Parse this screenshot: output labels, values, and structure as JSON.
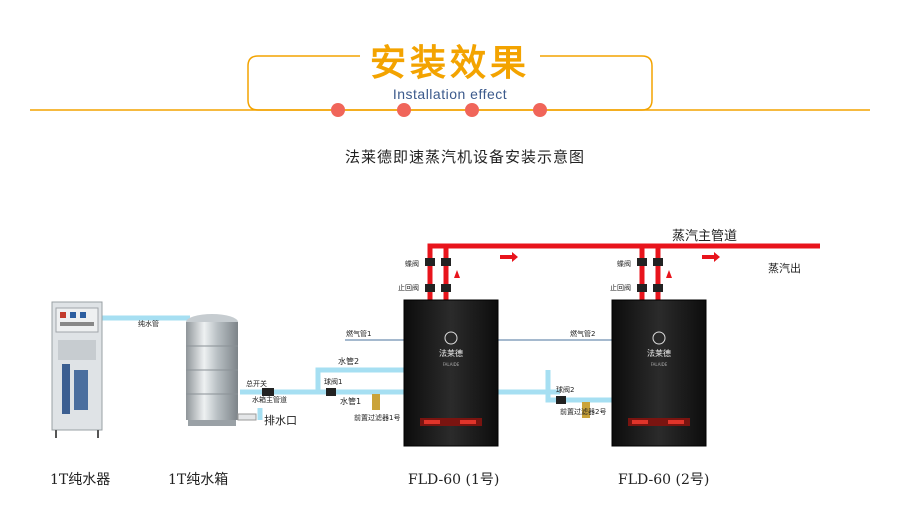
{
  "header": {
    "title": "安装效果",
    "subtitle": "Installation effect"
  },
  "diagram": {
    "title": "法莱德即速蒸汽机设备安装示意图",
    "main_steam_pipe": "蒸汽主管道",
    "steam_out": "蒸汽出",
    "pure_water_pipe": "纯水管",
    "total_switch": "总开关",
    "water_tank_main_pipe": "水箱主管道",
    "drain": "排水口",
    "water_pipe_1": "水管1",
    "water_pipe_2": "水管2",
    "ball_valve_1": "球阀1",
    "ball_valve_2": "球阀2",
    "pre_filter_1": "前置过滤器1号",
    "pre_filter_2": "前置过滤器2号",
    "gas_pipe_1": "燃气管1",
    "gas_pipe_2": "燃气管2",
    "butterfly_valve": "蝶阀",
    "check_valve": "止回阀",
    "brand": "法莱德",
    "brand_sub": "FALAIDE",
    "purifier_label": "1T纯水器",
    "tank_label": "1T纯水箱",
    "unit1_label": "FLD-60 (1号)",
    "unit2_label": "FLD-60 (2号)"
  },
  "colors": {
    "accent": "#f3a300",
    "dot": "#f0655a",
    "steam_pipe": "#e8141c",
    "water_pipe": "#a6dff2",
    "machine": "#1f1f1f"
  }
}
